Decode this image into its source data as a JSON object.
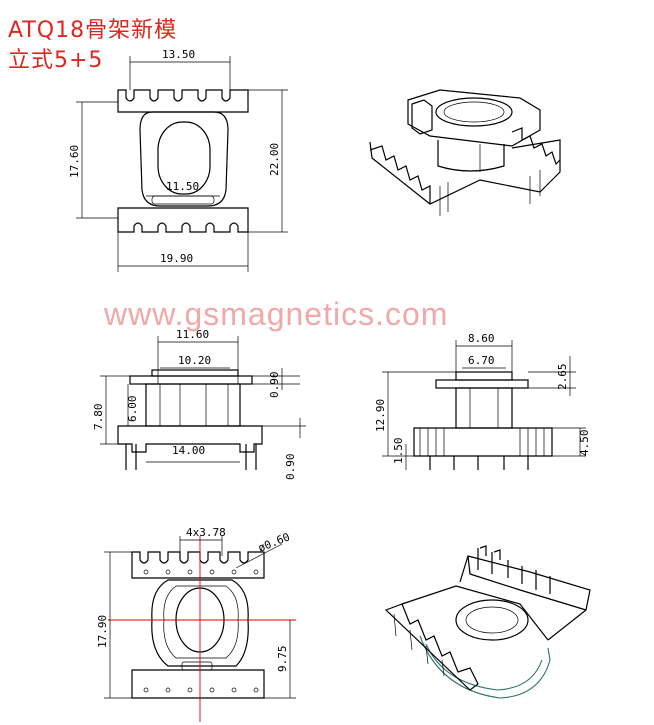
{
  "title": {
    "line1": "ATQ18骨架新模",
    "line2": "立式5+5"
  },
  "watermark": "www.gsmagnetics.com",
  "views": {
    "top_view": {
      "dim_top_width": "13.50",
      "dim_height_left": "17.60",
      "dim_height_right": "22.00",
      "dim_window": "11.50",
      "dim_bottom_width": "19.90"
    },
    "front_view": {
      "dim_flange": "11.60",
      "dim_core": "10.20",
      "dim_top_thick": "0.90",
      "dim_total_height": "7.80",
      "dim_body_height": "6.00",
      "dim_base": "14.00",
      "dim_pin": "0.90"
    },
    "side_view": {
      "dim_top": "8.60",
      "dim_inner": "6.70",
      "dim_flange_h": "2.65",
      "dim_total": "12.90",
      "dim_base_h": "1.50",
      "dim_right": "4.50"
    },
    "bottom_view": {
      "dim_pitch": "4x3.78",
      "dim_pin_dia": "ø0.60",
      "dim_height": "17.90",
      "dim_center": "9.75"
    }
  },
  "colors": {
    "title": "#e0261c",
    "watermark": "#f2a8a8",
    "centerline": "#e00000",
    "render": "#2f6f70"
  }
}
